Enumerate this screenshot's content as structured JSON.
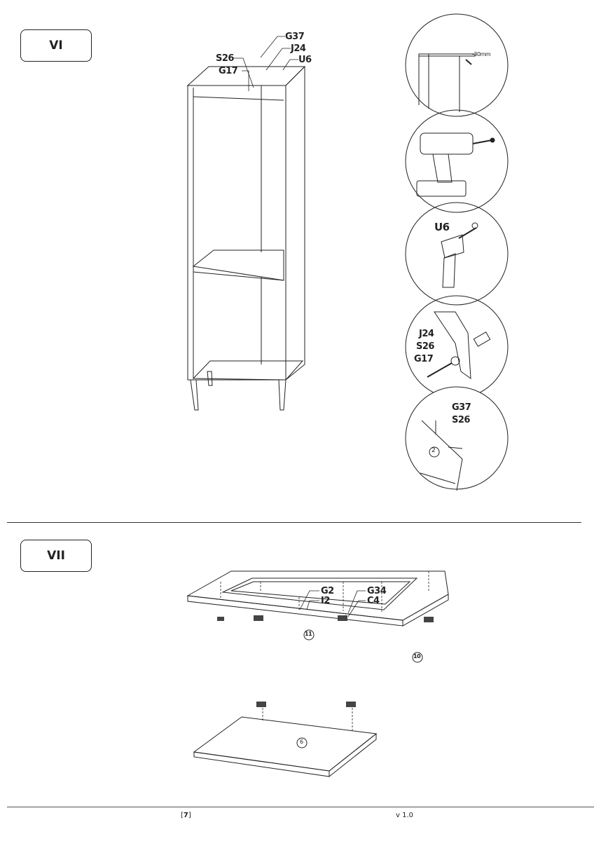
{
  "steps": {
    "vi": "VI",
    "vii": "VII"
  },
  "step6": {
    "labels": {
      "g37": "G37",
      "j24": "J24",
      "u6": "U6",
      "s26": "S26",
      "g17": "G17"
    },
    "details": {
      "gap": "-30mm",
      "hammer_label": "U6",
      "hinge_labels": {
        "j24": "J24",
        "s26": "S26",
        "g17": "G17"
      },
      "wall_labels": {
        "g37": "G37",
        "s26": "S26",
        "part": "2"
      }
    }
  },
  "step7": {
    "labels": {
      "g2": "G2",
      "i2": "I2",
      "g34": "G34",
      "c4": "C4"
    },
    "parts": {
      "p11": "11",
      "p10": "10",
      "p6": "6"
    }
  },
  "footer": {
    "page": "7",
    "version": "v 1.0"
  }
}
